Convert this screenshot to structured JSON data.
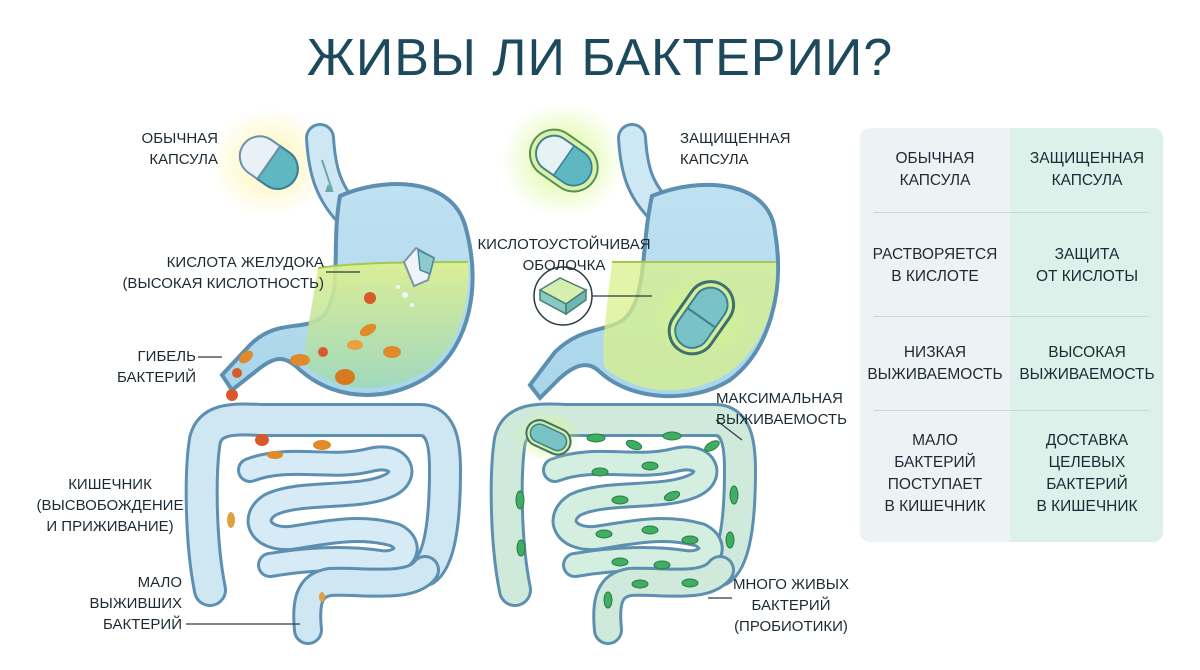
{
  "title": "ЖИВЫ ЛИ БАКТЕРИИ?",
  "left": {
    "capsule_label": [
      "ОБЫЧНАЯ",
      "КАПСУЛА"
    ],
    "acid_label": [
      "КИСЛОТА ЖЕЛУДОКА",
      "(ВЫСОКАЯ КИСЛОТНОСТЬ)"
    ],
    "death_label": [
      "ГИБЕЛЬ",
      "БАКТЕРИЙ"
    ],
    "intestine_label": [
      "КИШЕЧНИК",
      "(ВЫСВОБОЖДЕНИЕ",
      "И ПРИЖИВАНИЕ)"
    ],
    "few_label": [
      "МАЛО",
      "ВЫЖИВШИХ",
      "БАКТЕРИЙ"
    ]
  },
  "right": {
    "capsule_label": [
      "ЗАЩИЩЕННАЯ",
      "КАПСУЛА"
    ],
    "coating_label": [
      "КИСЛОТОУСТОЙЧИВАЯ",
      "ОБОЛОЧКА"
    ],
    "max_label": [
      "МАКСИМАЛЬНАЯ",
      "ВЫЖИВАЕМОСТЬ"
    ],
    "many_label": [
      "МНОГО ЖИВЫХ",
      "БАКТЕРИЙ",
      "(ПРОБИОТИКИ)"
    ]
  },
  "table": {
    "headers": [
      [
        "ОБЫЧНАЯ",
        "КАПСУЛА"
      ],
      [
        "ЗАЩИЩЕННАЯ",
        "КАПСУЛА"
      ]
    ],
    "rows": [
      [
        [
          "РАСТВОРЯЕТСЯ",
          "В КИСЛОТЕ"
        ],
        [
          "ЗАЩИТА",
          "ОТ КИСЛОТЫ"
        ]
      ],
      [
        [
          "НИЗКАЯ",
          "ВЫЖИВАЕМОСТЬ"
        ],
        [
          "ВЫСОКАЯ",
          "ВЫЖИВАЕМОСТЬ"
        ]
      ],
      [
        [
          "МАЛО",
          "БАКТЕРИЙ",
          "ПОСТУПАЕТ",
          "В КИШЕЧНИК"
        ],
        [
          "ДОСТАВКА",
          "ЦЕЛЕВЫХ",
          "БАКТЕРИЙ",
          "В КИШЕЧНИК"
        ]
      ]
    ]
  },
  "colors": {
    "title": "#1c4a5c",
    "organ_fill": "#cfe6f3",
    "organ_stroke": "#5d8fb0",
    "acid": "#c9e46a",
    "bacteria_dead": "#e08a2a",
    "bacteria_live": "#3fae62",
    "capsule_teal": "#6fc2c4",
    "table_left": "#edf3f5",
    "table_right": "#dcf1ea"
  }
}
